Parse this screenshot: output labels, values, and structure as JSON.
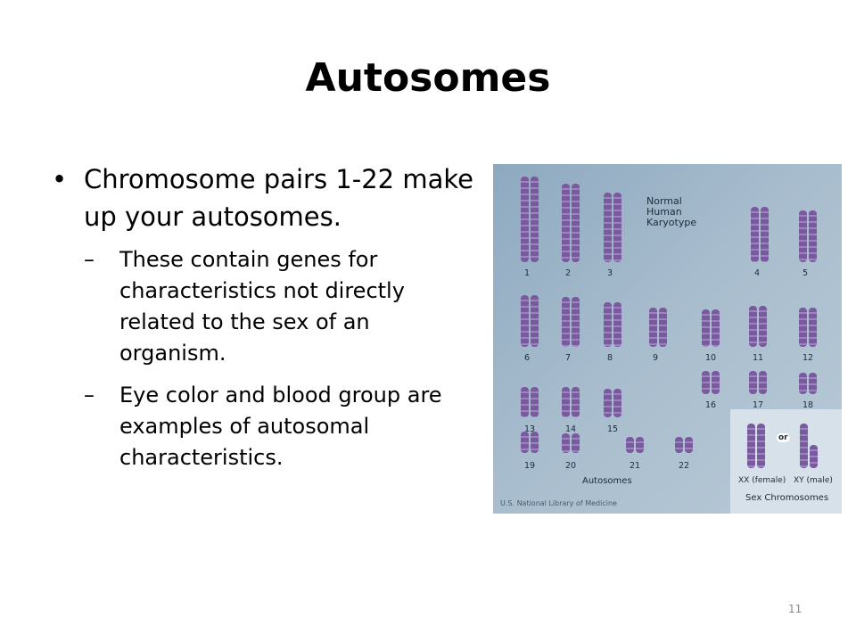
{
  "slide": {
    "title": "Autosomes",
    "bullet": "Chromosome pairs 1-22 make up your autosomes.",
    "sub_bullets": [
      "These contain genes for characteristics not directly related to the sex of an organism.",
      "Eye color and blood group are examples of autosomal characteristics."
    ],
    "bullet_glyph": "•",
    "dash_glyph": "–",
    "slide_number": "11"
  },
  "figure": {
    "title_lines": [
      "Normal",
      "Human",
      "Karyotype"
    ],
    "chromosome_numbers": [
      "1",
      "2",
      "3",
      "4",
      "5",
      "6",
      "7",
      "8",
      "9",
      "10",
      "11",
      "12",
      "13",
      "14",
      "15",
      "16",
      "17",
      "18",
      "19",
      "20",
      "21",
      "22"
    ],
    "autosomes_label": "Autosomes",
    "or_label": "or",
    "xx_label": "XX (female)",
    "xy_label": "XY (male)",
    "sex_chromosomes_label": "Sex Chromosomes",
    "credit": "U.S. National Library of Medicine",
    "chromosome_color": "#7a5a9e",
    "background_color": "#a7bccd"
  }
}
